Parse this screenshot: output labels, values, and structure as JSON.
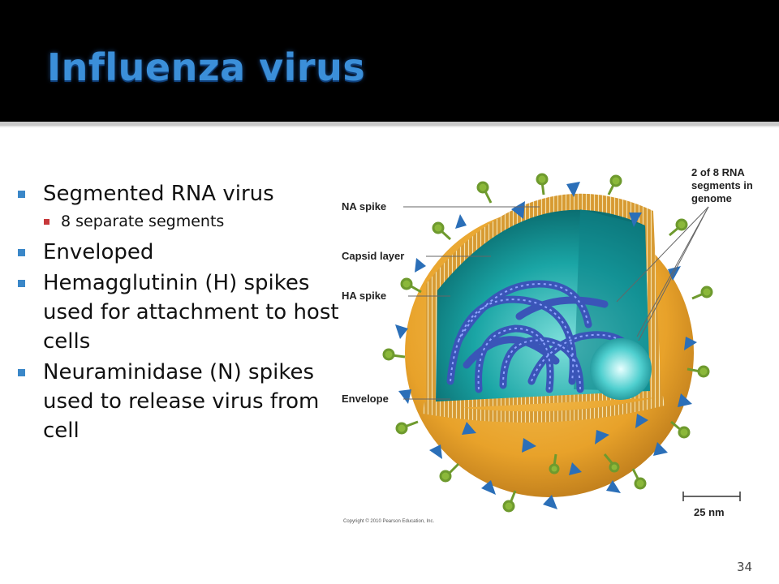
{
  "slide": {
    "title": "Influenza virus",
    "page_number": "34"
  },
  "bullets": [
    {
      "text": "Segmented RNA virus",
      "sub": [
        "8 separate segments"
      ]
    },
    {
      "text": "Enveloped",
      "sub": []
    },
    {
      "text": "Hemagglutinin (H) spikes used for attachment to host cells",
      "sub": []
    },
    {
      "text": "Neuraminidase (N) spikes used to release virus from cell",
      "sub": []
    }
  ],
  "diagram": {
    "labels": {
      "na_spike": "NA spike",
      "capsid_layer": "Capsid layer",
      "ha_spike": "HA spike",
      "envelope": "Envelope",
      "rna_line1": "2 of 8 RNA",
      "rna_line2": "segments in",
      "rna_line3": "genome",
      "scale": "25 nm",
      "copyright": "Copyright © 2010 Pearson Education, Inc."
    },
    "colors": {
      "envelope": "#e8a22a",
      "capsid": "#1aa5a5",
      "rna": "#3a55b8",
      "na_spike": "#2b6fb8",
      "ha_spike": "#8bb83a",
      "accent": "#3b8fd9"
    }
  }
}
